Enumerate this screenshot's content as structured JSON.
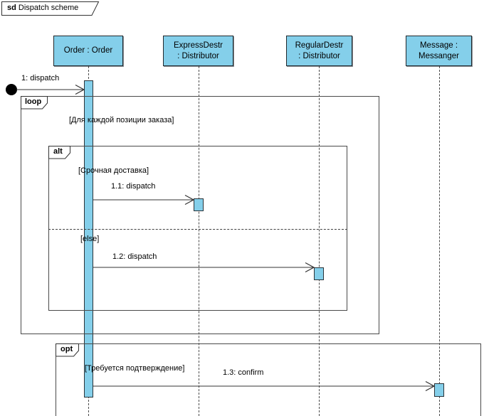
{
  "title": {
    "keyword": "sd",
    "name": "Dispatch scheme"
  },
  "colors": {
    "element_fill": "#84CFEA",
    "element_border": "#22282c",
    "fragment_border": "#4a4a4a",
    "line": "#333333"
  },
  "lifelines": {
    "order": {
      "line1": "Order : Order",
      "line2": ""
    },
    "express": {
      "line1": "ExpressDestr",
      "line2": ": Distributor"
    },
    "regular": {
      "line1": "RegularDestr",
      "line2": ": Distributor"
    },
    "message": {
      "line1": "Message :",
      "line2": "Messanger"
    }
  },
  "fragments": {
    "loop": {
      "label": "loop",
      "guard": "[Для каждой позиции заказа]"
    },
    "alt": {
      "label": "alt",
      "guard_if": "[Срочная доставка]",
      "guard_else": "[else]"
    },
    "opt": {
      "label": "opt",
      "guard": "[Требуется подтверждение]"
    }
  },
  "messages": {
    "m1": {
      "label": "1: dispatch"
    },
    "m11": {
      "label": "1.1: dispatch"
    },
    "m12": {
      "label": "1.2: dispatch"
    },
    "m13": {
      "label": "1.3: confirm"
    }
  }
}
